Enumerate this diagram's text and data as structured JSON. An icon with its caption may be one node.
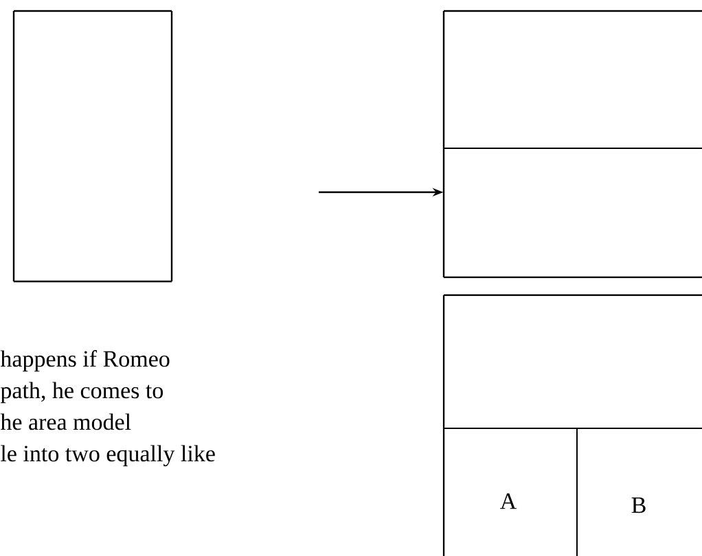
{
  "diagram": {
    "nodes": [
      {
        "text": [],
        "shape": "box"
      },
      {
        "text": [],
        "shape": "box"
      },
      {
        "text": [],
        "shape": "box"
      },
      {
        "text": [
          "A"
        ],
        "in": 2
      },
      {
        "text": [
          "B"
        ],
        "in": 2
      }
    ],
    "edges": [
      {
        "from": null,
        "to": 1,
        "arrow": "to"
      }
    ],
    "labels": [
      "happens if Romeo",
      "path, he comes to",
      "he area model",
      "le into two equally like"
    ]
  }
}
